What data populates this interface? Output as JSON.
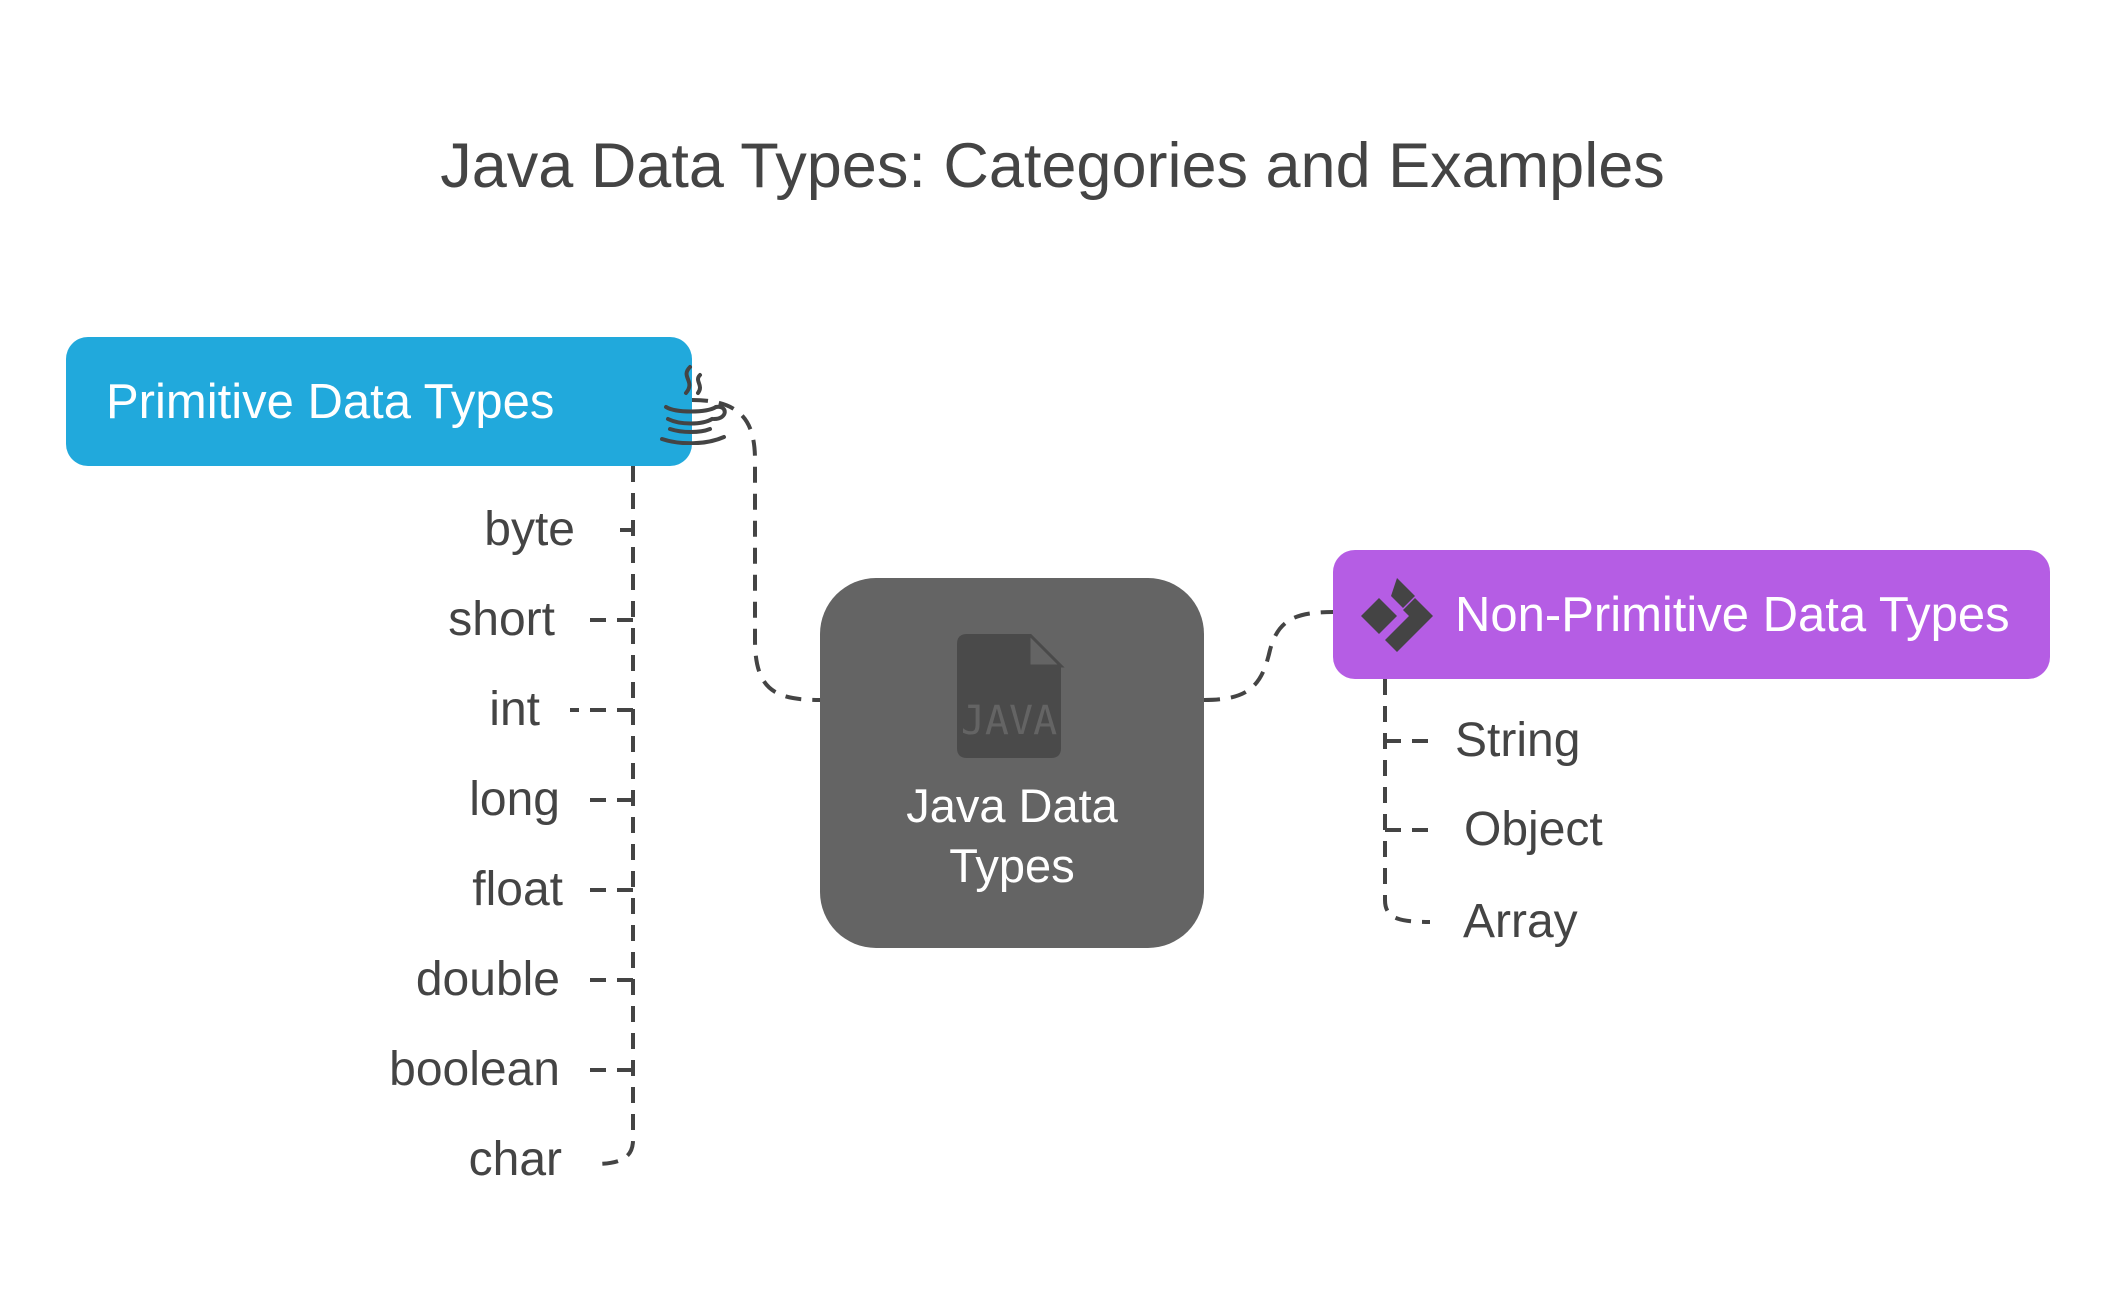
{
  "title": "Java Data Types: Categories and Examples",
  "colors": {
    "primitive": "#21a9dc",
    "center": "#646464",
    "non_primitive": "#b55de4",
    "text": "#444444",
    "connector": "#444444"
  },
  "center": {
    "label": "Java Data Types",
    "icon": "java-file-icon"
  },
  "primitive": {
    "label": "Primitive Data Types",
    "icon": "java-coffee-cup-icon",
    "items": [
      "byte",
      "short",
      "int",
      "long",
      "float",
      "double",
      "boolean",
      "char"
    ]
  },
  "non_primitive": {
    "label": "Non-Primitive Data Types",
    "icon": "diamond-code-icon",
    "items": [
      "String",
      "Object",
      "Array"
    ]
  }
}
